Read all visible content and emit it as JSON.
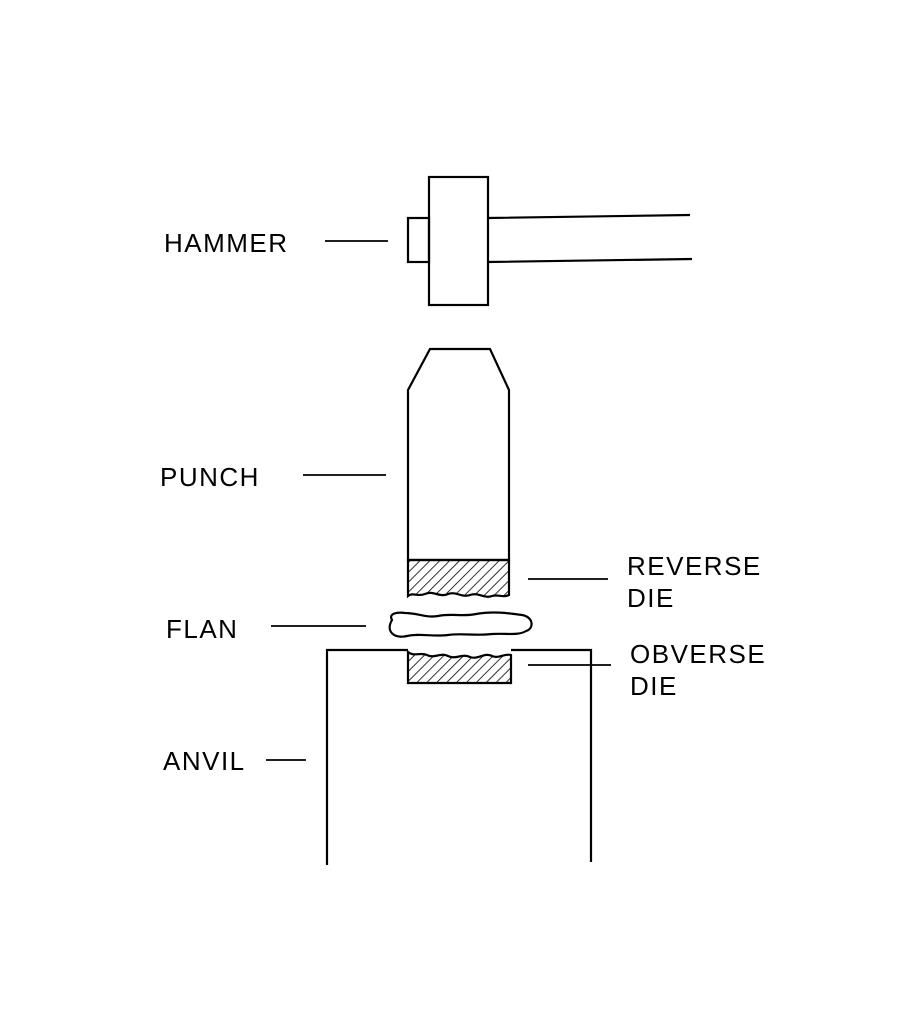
{
  "labels": {
    "hammer": "HAMMER",
    "punch": "PUNCH",
    "reverse_die": [
      "REVERSE",
      "DIE"
    ],
    "flan": "FLAN",
    "obverse_die": [
      "OBVERSE",
      "DIE"
    ],
    "anvil": "ANVIL"
  },
  "colors": {
    "stroke": "#000000",
    "background": "#ffffff"
  }
}
